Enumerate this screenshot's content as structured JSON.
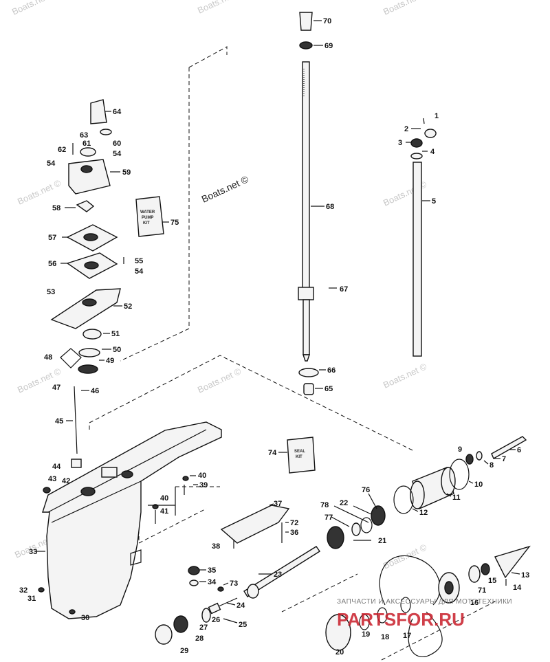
{
  "watermarks": {
    "main": "Boats.net ©",
    "faint": "Boats.net ©"
  },
  "kits": {
    "water_pump": [
      "WATER",
      "PUMP",
      "KIT"
    ],
    "seal": [
      "SEAL",
      "KIT"
    ]
  },
  "shop_watermark": {
    "line1": "ЗАПЧАСТИ И АКСЕССУАРЫ ДЛЯ МОТОТЕХНИКИ",
    "line2": "PARTSFOR.RU"
  },
  "callouts": [
    "1",
    "2",
    "3",
    "4",
    "5",
    "6",
    "7",
    "8",
    "9",
    "10",
    "11",
    "12",
    "13",
    "14",
    "15",
    "16",
    "17",
    "18",
    "19",
    "20",
    "21",
    "22",
    "23",
    "24",
    "25",
    "26",
    "27",
    "28",
    "29",
    "30",
    "31",
    "32",
    "33",
    "34",
    "35",
    "36",
    "37",
    "38",
    "39",
    "40",
    "41",
    "42",
    "43",
    "44",
    "45",
    "46",
    "47",
    "48",
    "49",
    "50",
    "51",
    "52",
    "53",
    "54",
    "55",
    "56",
    "57",
    "58",
    "59",
    "60",
    "61",
    "62",
    "63",
    "64",
    "65",
    "66",
    "67",
    "68",
    "69",
    "70",
    "71",
    "72",
    "73",
    "74",
    "75",
    "76",
    "77",
    "78"
  ]
}
